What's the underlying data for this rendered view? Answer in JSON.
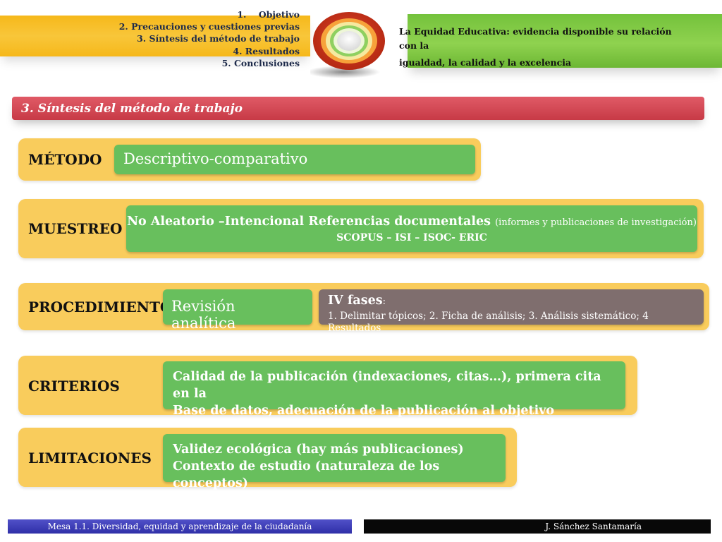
{
  "header": {
    "toc": [
      "1.    Objetivo",
      "2. Precauciones y cuestiones previas",
      "3. Síntesis del método de trabajo",
      "4. Resultados",
      "5. Conclusiones"
    ],
    "title_line1": "La Equidad Educativa: evidencia disponible su relación con la",
    "title_line2": "igualdad, la calidad y la excelencia"
  },
  "section": {
    "title": "3. Síntesis del método de trabajo"
  },
  "rows": {
    "metodo": {
      "label": "MÉTODO",
      "value": "Descriptivo-comparativo"
    },
    "muestreo": {
      "label": "MUESTREO",
      "main": "No Aleatorio –Intencional Referencias documentales",
      "note": "(informes y publicaciones de investigación)",
      "sources": "SCOPUS – ISI – ISOC- ERIC"
    },
    "procedimiento": {
      "label": "PROCEDIMIENTO",
      "value": "Revisión analítica",
      "phases_title": "IV fases",
      "phases_colon": ":",
      "phases_list": "1. Delimitar tópicos; 2. Ficha de análisis; 3. Análisis sistemático; 4 Resultados"
    },
    "criterios": {
      "label": "CRITERIOS",
      "line1": "Calidad de la publicación (indexaciones, citas…),  primera cita en la",
      "line2": "Base de datos, adecuación de la publicación al objetivo perseguido…"
    },
    "limitaciones": {
      "label": "LIMITACIONES",
      "line1": "Validez ecológica (hay más publicaciones)",
      "line2": "Contexto de estudio (naturaleza de los conceptos)"
    }
  },
  "footer": {
    "left": "Mesa 1.1. Diversidad, equidad y aprendizaje de la ciudadanía",
    "right": "J. Sánchez Santamaría"
  },
  "colors": {
    "row_bg": "#f9cc5c",
    "green_box": "#68bf5d",
    "brown_box": "#7f6e6e",
    "section_red": "#d24a55",
    "footer_blue": "#3a3ab5",
    "footer_black": "#080808"
  },
  "icons": {
    "logo": "concentric-rings-logo"
  }
}
